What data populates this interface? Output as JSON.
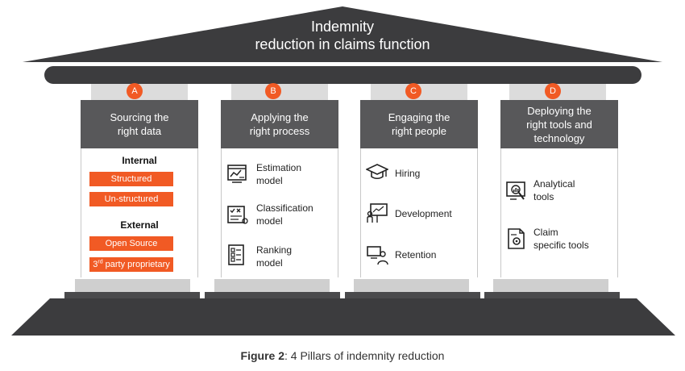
{
  "roof": {
    "title_line1": "Indemnity",
    "title_line2": "reduction in claims function"
  },
  "pillars": [
    {
      "badge": "A",
      "title": "Sourcing the\nright data"
    },
    {
      "badge": "B",
      "title": "Applying the\nright process"
    },
    {
      "badge": "C",
      "title": "Engaging the\nright people"
    },
    {
      "badge": "D",
      "title": "Deploying the\nright tools and\ntechnology"
    }
  ],
  "pillar_a": {
    "internal_label": "Internal",
    "internal_tags": [
      "Structured",
      "Un-structured"
    ],
    "external_label": "External",
    "external_tags": [
      "Open Source",
      "party proprietary"
    ],
    "external_tag2_prefix": "3",
    "external_tag2_sup": "rd"
  },
  "pillar_b_items": [
    {
      "label": "Estimation\nmodel",
      "icon": "estimation-icon"
    },
    {
      "label": "Classification\nmodel",
      "icon": "classification-icon"
    },
    {
      "label": "Ranking\nmodel",
      "icon": "ranking-icon"
    }
  ],
  "pillar_c_items": [
    {
      "label": "Hiring",
      "icon": "graduation-cap-icon"
    },
    {
      "label": "Development",
      "icon": "presentation-icon"
    },
    {
      "label": "Retention",
      "icon": "person-laptop-icon"
    }
  ],
  "pillar_d_items": [
    {
      "label": "Analytical\ntools",
      "icon": "analytics-icon"
    },
    {
      "label": "Claim\nspecific tools",
      "icon": "document-gear-icon"
    }
  ],
  "caption": {
    "bold": "Figure 2",
    "rest": ": 4 Pillars of indemnity reduction"
  },
  "colors": {
    "accent": "#f15a24",
    "dark": "#3c3c3e",
    "head": "#58585a",
    "stone": "#d9d9d9"
  }
}
